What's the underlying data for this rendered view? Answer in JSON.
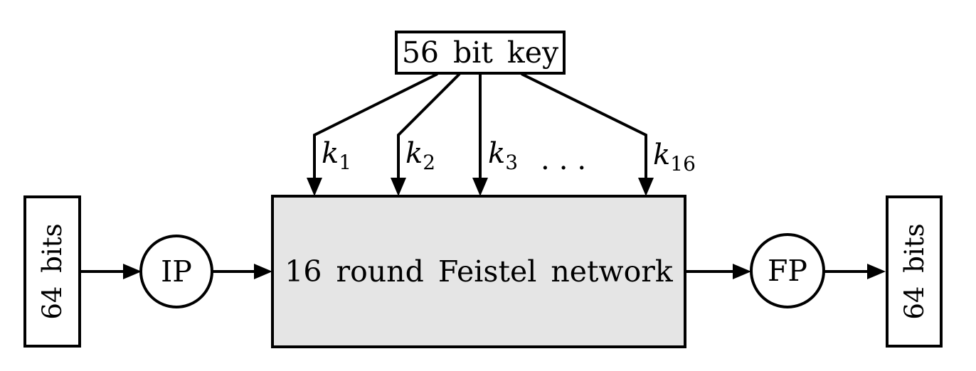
{
  "colors": {
    "background": "#ffffff",
    "stroke": "#000000",
    "feistel_fill": "#e5e5e5",
    "node_fill": "#ffffff"
  },
  "key_box": {
    "label": "56 bit key"
  },
  "subkeys": {
    "items": [
      {
        "base": "k",
        "sub": "1"
      },
      {
        "base": "k",
        "sub": "2"
      },
      {
        "base": "k",
        "sub": "3"
      },
      {
        "base": "k",
        "sub": "16"
      }
    ],
    "ellipsis": "..."
  },
  "feistel_box": {
    "label": "16 round Feistel network"
  },
  "input_box": {
    "label": "64 bits"
  },
  "output_box": {
    "label": "64 bits"
  },
  "ip_node": {
    "label": "IP"
  },
  "fp_node": {
    "label": "FP"
  }
}
